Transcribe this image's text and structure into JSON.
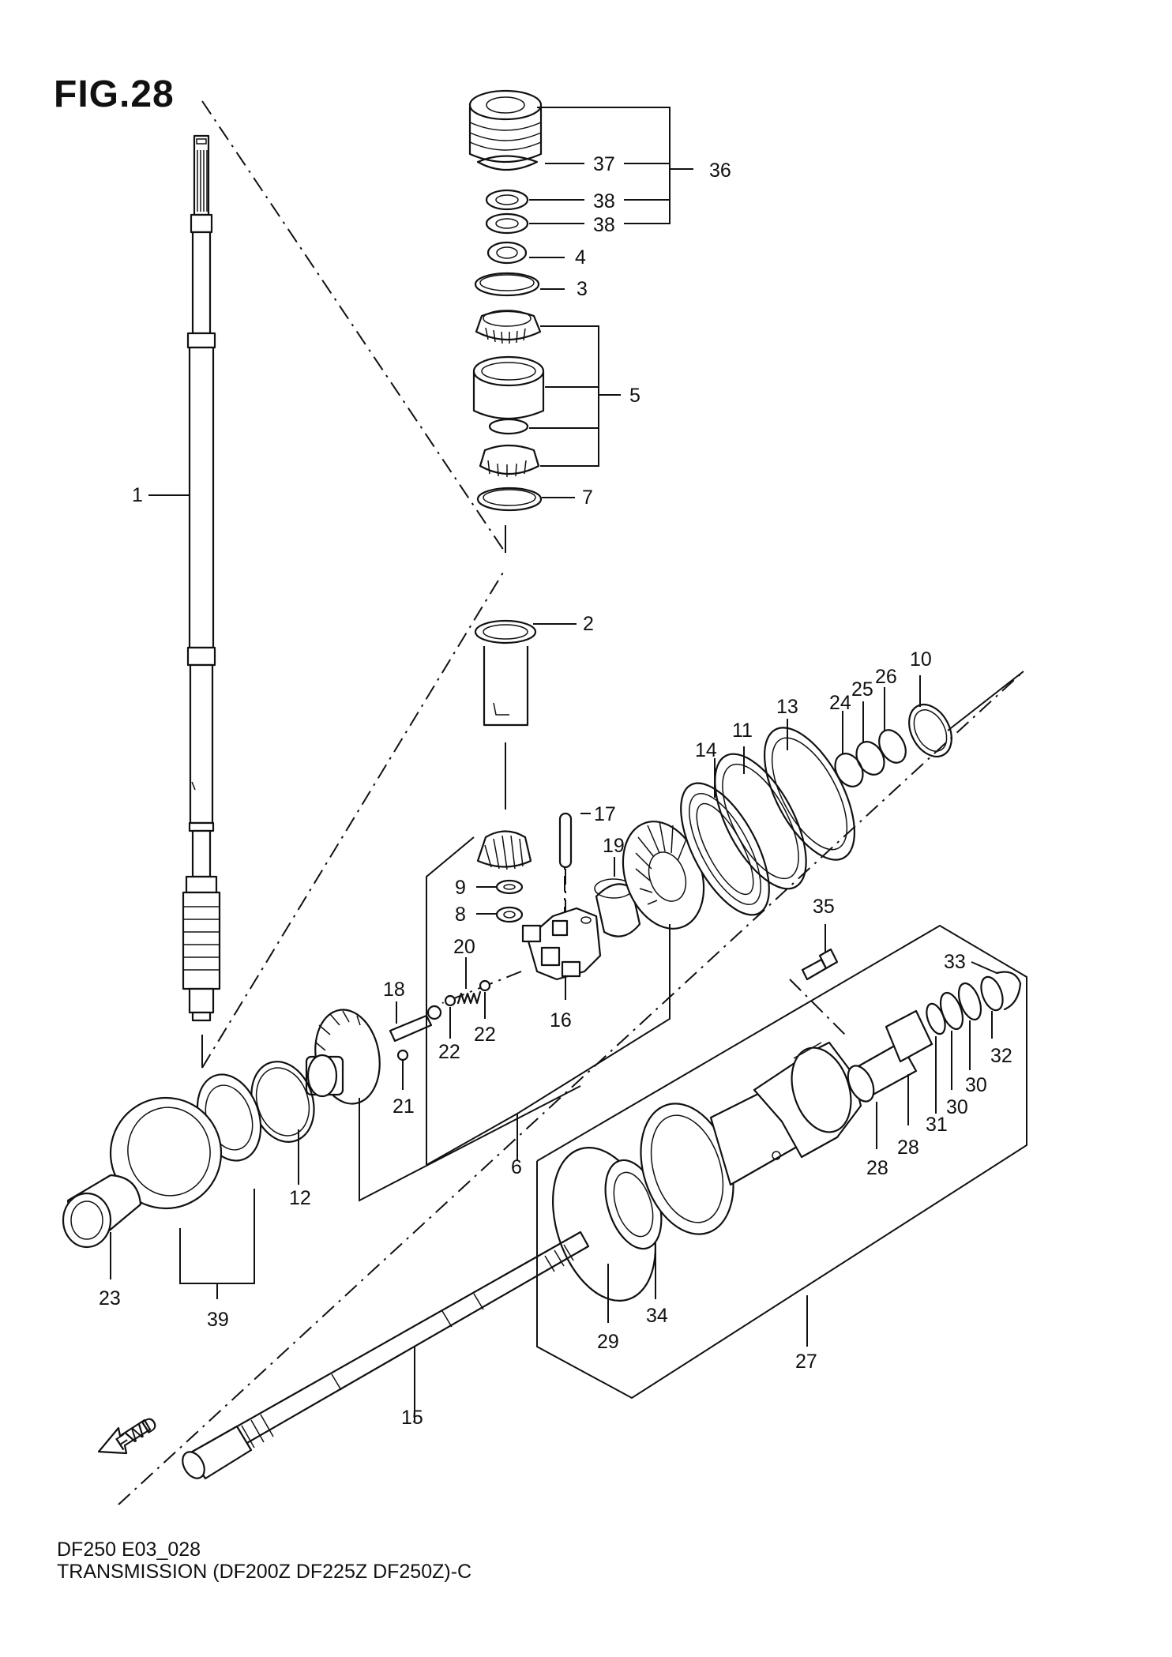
{
  "figure": {
    "title": "FIG.28",
    "code": "DF250 E03_028",
    "caption": "TRANSMISSION (DF200Z DF225Z DF250Z)-C"
  },
  "callouts": [
    "1",
    "2",
    "3",
    "4",
    "5",
    "6",
    "7",
    "8",
    "9",
    "10",
    "11",
    "12",
    "13",
    "14",
    "15",
    "16",
    "17",
    "18",
    "19",
    "20",
    "21",
    "22",
    "22",
    "23",
    "24",
    "25",
    "26",
    "27",
    "28",
    "28",
    "29",
    "30",
    "30",
    "31",
    "32",
    "33",
    "34",
    "35",
    "36",
    "37",
    "38",
    "38",
    "39"
  ],
  "fwd_label": "FWD",
  "colors": {
    "line": "#111111",
    "background": "#ffffff"
  }
}
